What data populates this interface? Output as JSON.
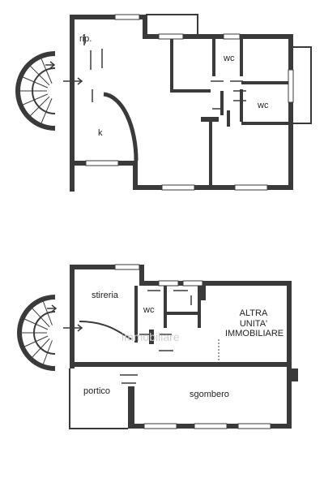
{
  "plans": [
    {
      "rooms": [
        {
          "id": "rip",
          "label": "rip."
        },
        {
          "id": "k",
          "label": "k"
        },
        {
          "id": "wc1",
          "label": "wc"
        },
        {
          "id": "wc2",
          "label": "wc"
        }
      ]
    },
    {
      "rooms": [
        {
          "id": "stireria",
          "label": "stireria"
        },
        {
          "id": "wc3",
          "label": "wc"
        },
        {
          "id": "altra",
          "label": "ALTRA UNITA' IMMOBILIARE"
        },
        {
          "id": "portico",
          "label": "portico"
        },
        {
          "id": "sgombero",
          "label": "sgombero"
        }
      ]
    }
  ],
  "watermark": "immobiliare"
}
